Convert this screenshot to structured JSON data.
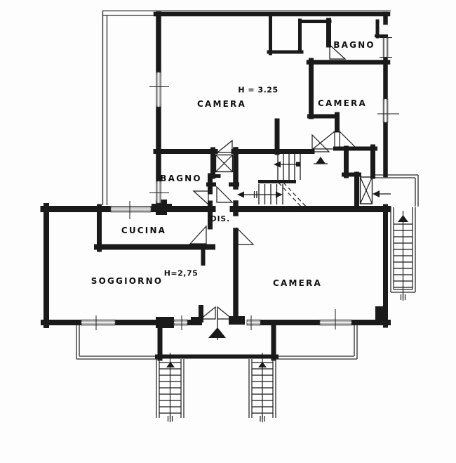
{
  "drawing": {
    "type": "floor-plan",
    "language": "italian",
    "colors": {
      "background": "#fdfdfd",
      "line": "#1a1a1a",
      "label": "#111111",
      "window_fill": "#b5b5b5"
    }
  },
  "rooms": [
    {
      "id": "camera-top",
      "label": "CAMERA"
    },
    {
      "id": "bagno-top",
      "label": "BAGNO"
    },
    {
      "id": "camera-right",
      "label": "CAMERA"
    },
    {
      "id": "bagno-middle",
      "label": "BAGNO"
    },
    {
      "id": "dis",
      "label": "DIS."
    },
    {
      "id": "cucina",
      "label": "CUCINA"
    },
    {
      "id": "soggiorno",
      "label": "SOGGIORNO"
    },
    {
      "id": "camera-bottom",
      "label": "CAMERA"
    }
  ],
  "annotations": [
    {
      "id": "ceiling-height-upper",
      "label": "H = 3.25"
    },
    {
      "id": "ceiling-height-lower",
      "label": "H=2,75"
    }
  ]
}
